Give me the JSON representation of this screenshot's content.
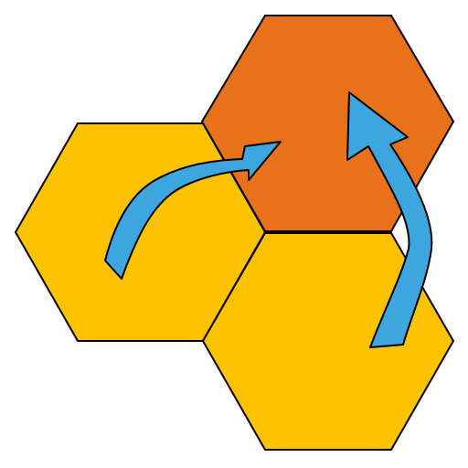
{
  "diagram": {
    "colors": {
      "background": "#ffffff",
      "hex_orange": "#E8711A",
      "hex_yellow": "#FDC300",
      "arrow_blue": "#3DA6DE",
      "outline": "#000000"
    },
    "shapes": [
      {
        "name": "hexagon-top-right",
        "fill": "hex_orange"
      },
      {
        "name": "hexagon-left",
        "fill": "hex_yellow"
      },
      {
        "name": "hexagon-bottom-right",
        "fill": "hex_yellow"
      }
    ],
    "arrows": [
      {
        "name": "arrow-left-to-top",
        "from": "hexagon-left",
        "to": "hexagon-top-right"
      },
      {
        "name": "arrow-bottom-to-top",
        "from": "hexagon-bottom-right",
        "to": "hexagon-top-right"
      }
    ]
  }
}
